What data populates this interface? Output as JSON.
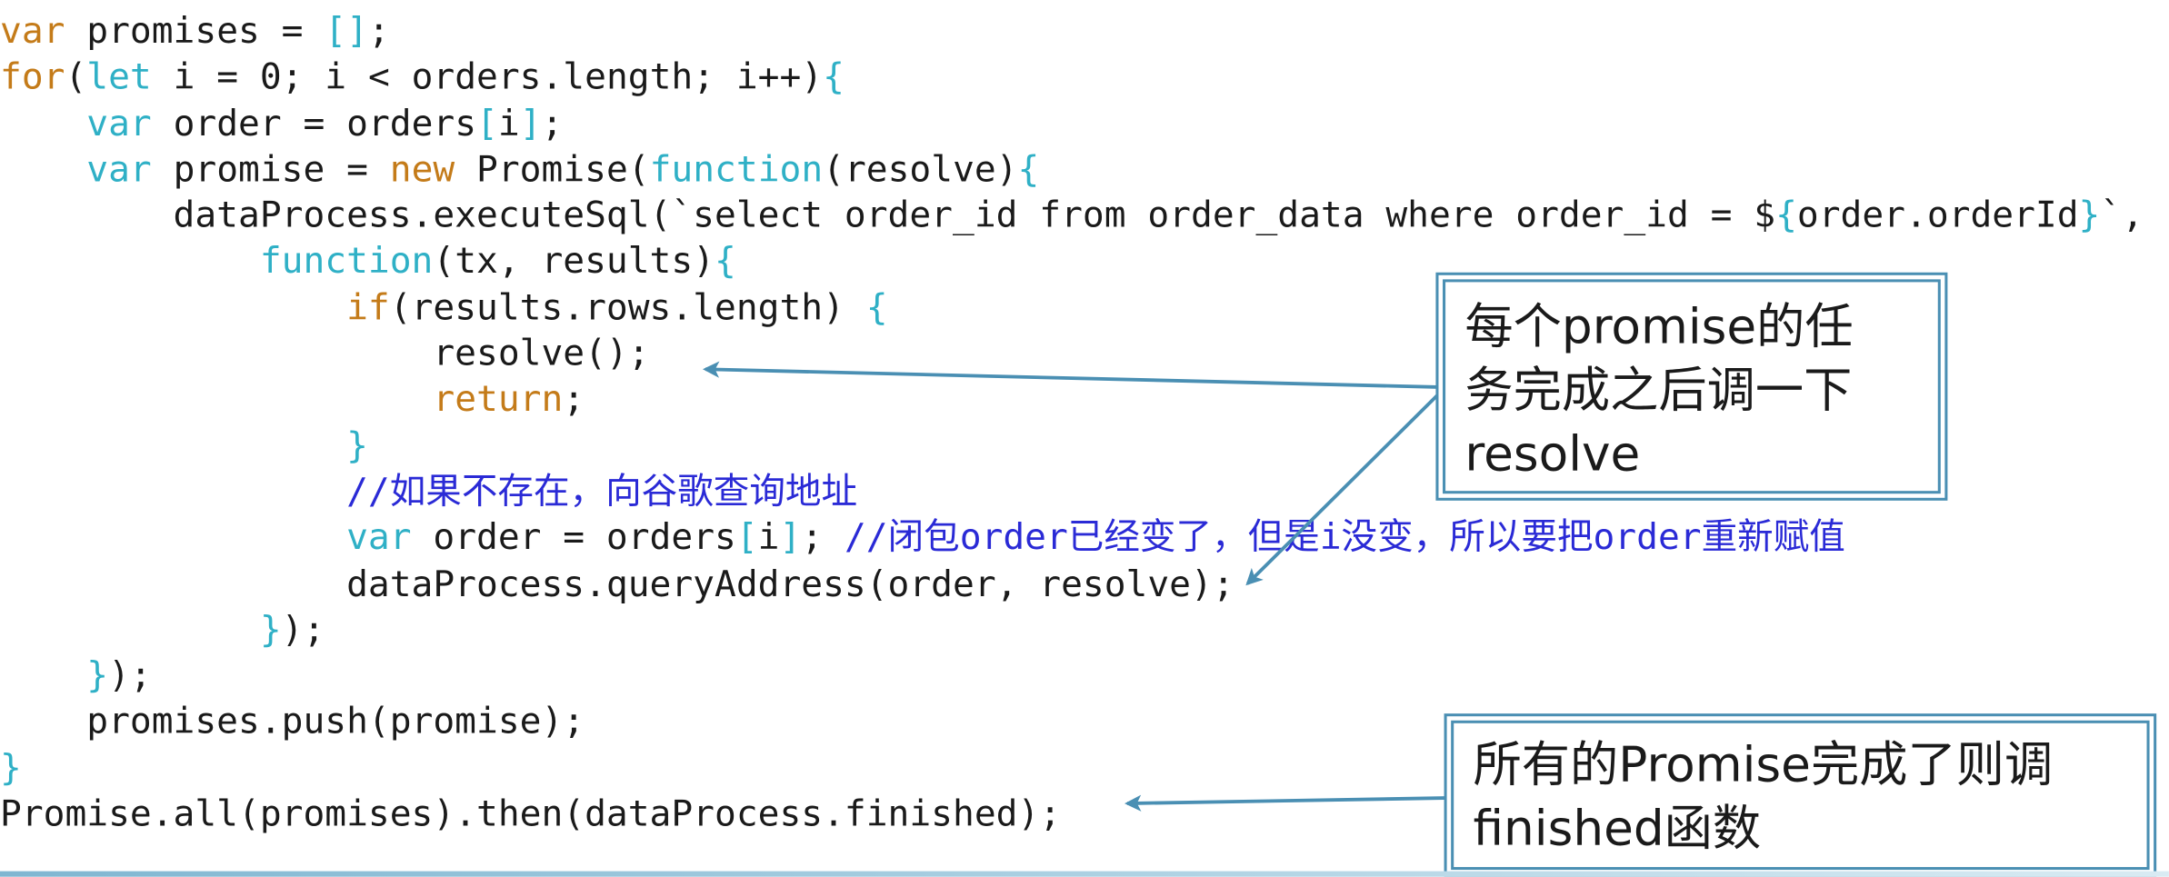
{
  "code_lines": [
    [
      {
        "t": "var",
        "c": "kw"
      },
      {
        "t": " promises = "
      },
      {
        "t": "[]",
        "c": "br"
      },
      {
        "t": ";"
      }
    ],
    [
      {
        "t": "for",
        "c": "kw"
      },
      {
        "t": "("
      },
      {
        "t": "let",
        "c": "kw2"
      },
      {
        "t": " i = 0; i < orders.length; i++)"
      },
      {
        "t": "{",
        "c": "br"
      }
    ],
    [
      {
        "t": "    "
      },
      {
        "t": "var",
        "c": "kw2"
      },
      {
        "t": " order = orders"
      },
      {
        "t": "[",
        "c": "br"
      },
      {
        "t": "i"
      },
      {
        "t": "]",
        "c": "br"
      },
      {
        "t": ";"
      }
    ],
    [
      {
        "t": "    "
      },
      {
        "t": "var",
        "c": "kw2"
      },
      {
        "t": " promise = "
      },
      {
        "t": "new",
        "c": "kw"
      },
      {
        "t": " Promise("
      },
      {
        "t": "function",
        "c": "kw2"
      },
      {
        "t": "(resolve)"
      },
      {
        "t": "{",
        "c": "br"
      }
    ],
    [
      {
        "t": "        dataProcess.executeSql(`select order_id from order_data where order_id = $"
      },
      {
        "t": "{",
        "c": "br"
      },
      {
        "t": "order.orderId"
      },
      {
        "t": "}",
        "c": "br"
      },
      {
        "t": "`,"
      }
    ],
    [
      {
        "t": "            "
      },
      {
        "t": "function",
        "c": "kw2"
      },
      {
        "t": "(tx, results)"
      },
      {
        "t": "{",
        "c": "br"
      }
    ],
    [
      {
        "t": "                "
      },
      {
        "t": "if",
        "c": "kw"
      },
      {
        "t": "(results.rows.length) "
      },
      {
        "t": "{",
        "c": "br"
      }
    ],
    [
      {
        "t": "                    resolve();"
      }
    ],
    [
      {
        "t": "                    "
      },
      {
        "t": "return",
        "c": "kw"
      },
      {
        "t": ";"
      }
    ],
    [
      {
        "t": "                "
      },
      {
        "t": "}",
        "c": "br"
      }
    ],
    [
      {
        "t": "                "
      },
      {
        "t": "//如果不存在，向谷歌查询地址",
        "c": "cm"
      }
    ],
    [
      {
        "t": "                "
      },
      {
        "t": "var",
        "c": "kw2"
      },
      {
        "t": " order = orders"
      },
      {
        "t": "[",
        "c": "br"
      },
      {
        "t": "i"
      },
      {
        "t": "]",
        "c": "br"
      },
      {
        "t": "; "
      },
      {
        "t": "//闭包order已经变了，但是i没变，所以要把order重新赋值",
        "c": "cm"
      }
    ],
    [
      {
        "t": "                dataProcess.queryAddress(order, resolve);"
      }
    ],
    [
      {
        "t": "            "
      },
      {
        "t": "}",
        "c": "br"
      },
      {
        "t": ");"
      }
    ],
    [
      {
        "t": "    "
      },
      {
        "t": "}",
        "c": "br"
      },
      {
        "t": ");"
      }
    ],
    [
      {
        "t": "    promises.push(promise);"
      }
    ],
    [
      {
        "t": "}",
        "c": "br"
      }
    ],
    [
      {
        "t": "Promise.all(promises).then(dataProcess.finished);"
      }
    ]
  ],
  "callouts": {
    "resolve_note": [
      "每个promise的任",
      "务完成之后调一下",
      "resolve"
    ],
    "finished_note": [
      "所有的Promise完成了则调",
      "finished函数"
    ]
  },
  "colors": {
    "keyword_orange": "#c47b19",
    "keyword_teal": "#2fb0c6",
    "comment_blue": "#2a2ad6",
    "callout_border": "#4a8fb3",
    "arrow": "#4a8fb3"
  }
}
